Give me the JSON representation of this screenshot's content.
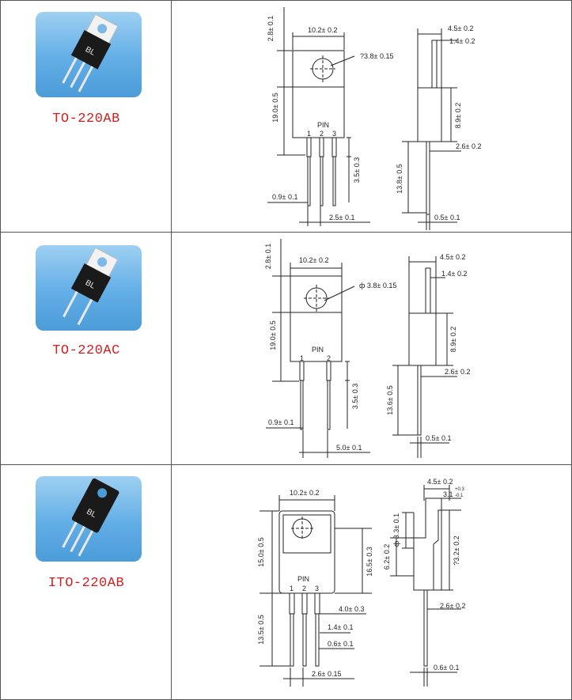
{
  "packages": [
    {
      "name": "TO-220AB",
      "body_mark": "BL",
      "front": {
        "tab_height": "2.8± 0.1",
        "width": "10.2± 0.2",
        "hole": "?3.8± 0.15",
        "body_height": "19.0± 0.5",
        "pin_label": "PIN",
        "pins": [
          "1",
          "2",
          "3"
        ],
        "pin_shoulder": "3.5± 0.3",
        "pin_width": "0.9± 0.1",
        "pin_pitch": "2.5± 0.1"
      },
      "side": {
        "depth": "4.5± 0.2",
        "tab_thickness": "1.4± 0.2",
        "tab_length": "8.9± 0.2",
        "lead_offset": "2.6± 0.2",
        "lead_length": "13.8± 0.5",
        "lead_thickness": "0.5± 0.1"
      }
    },
    {
      "name": "TO-220AC",
      "body_mark": "BL",
      "front": {
        "tab_height": "2.8± 0.1",
        "width": "10.2± 0.2",
        "hole": "ф 3.8± 0.15",
        "body_height": "19.0± 0.5",
        "pin_label": "PIN",
        "pins": [
          "1",
          "2"
        ],
        "pin_shoulder": "3.5± 0.3",
        "pin_width": "0.9± 0.1",
        "pin_pitch": "5.0± 0.1"
      },
      "side": {
        "depth": "4.5± 0.2",
        "tab_thickness": "1.4± 0.2",
        "tab_length": "8.9± 0.2",
        "lead_offset": "2.6± 0.2",
        "lead_length": "13.6± 0.5",
        "lead_thickness": "0.5± 0.1"
      }
    },
    {
      "name": "ITO-220AB",
      "body_mark": "BL",
      "front": {
        "width": "10.2± 0.2",
        "body_height": "15.0± 0.5",
        "total_height": "16.5± 0.3",
        "pin_label": "PIN",
        "pins": [
          "1",
          "2",
          "3"
        ],
        "pin_shoulder": "4.0± 0.3",
        "lead_length": "13.5± 0.5",
        "shoulder_width": "1.4± 0.1",
        "pin_width": "0.6± 0.1",
        "pin_pitch": "2.6± 0.15"
      },
      "side": {
        "depth": "4.5± 0.2",
        "tab_thickness": "3.1",
        "tab_tol_plus": "+0.3",
        "tab_tol_minus": "-0.1",
        "hole": "ф 3.3± 0.1",
        "hole_offset": "6.2± 0.2",
        "body_length": "?3.2± 0.2",
        "lead_offset": "2.6± 0.2",
        "lead_thickness": "0.6± 0.1"
      }
    }
  ]
}
